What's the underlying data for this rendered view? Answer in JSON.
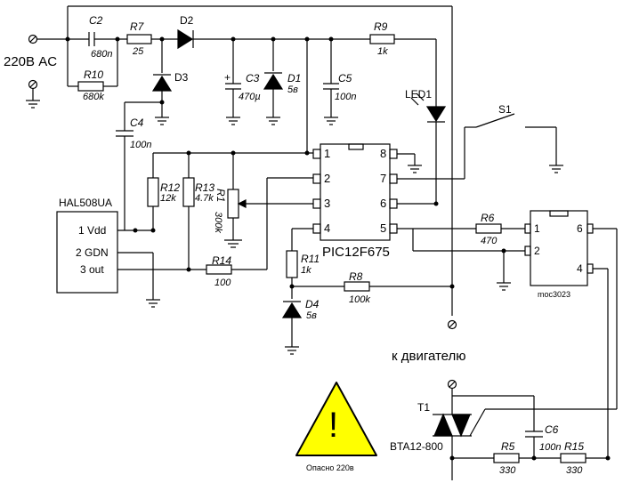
{
  "mains_label": "220В AC",
  "motor_label": "к двигателю",
  "warning": {
    "glyph": "!",
    "caption": "Опасно 220в"
  },
  "mcu": {
    "name": "PIC12F675",
    "pins": [
      "1",
      "2",
      "3",
      "4",
      "5",
      "6",
      "7",
      "8"
    ]
  },
  "optocoupler": {
    "name": "moc3023",
    "pins": [
      "1",
      "2",
      "6",
      "4"
    ]
  },
  "sensor": {
    "name": "HAL508UA",
    "pins": [
      "1 Vdd",
      "2 GDN",
      "3 out"
    ]
  },
  "triac": {
    "ref": "T1",
    "part": "BTA12-800"
  },
  "switch": {
    "ref": "S1"
  },
  "components": {
    "C2": {
      "ref": "C2",
      "value": "680n"
    },
    "R7": {
      "ref": "R7",
      "value": "25"
    },
    "D2": {
      "ref": "D2"
    },
    "R9": {
      "ref": "R9",
      "value": "1k"
    },
    "R10": {
      "ref": "R10",
      "value": "680k"
    },
    "D3": {
      "ref": "D3"
    },
    "C3": {
      "ref": "C3",
      "value": "470µ",
      "plus": "+"
    },
    "D1": {
      "ref": "D1",
      "value": "5в"
    },
    "C5": {
      "ref": "C5",
      "value": "100n"
    },
    "LED1": {
      "ref": "LED1"
    },
    "C4": {
      "ref": "C4",
      "value": "100n"
    },
    "R12": {
      "ref": "R12",
      "value": "12k"
    },
    "R13": {
      "ref": "R13",
      "value": "4.7k"
    },
    "R1": {
      "ref": "R1",
      "value": "300k"
    },
    "R14": {
      "ref": "R14",
      "value": "100"
    },
    "R11": {
      "ref": "R11",
      "value": "1k"
    },
    "R8": {
      "ref": "R8",
      "value": "100k"
    },
    "D4": {
      "ref": "D4",
      "value": "5в"
    },
    "R6": {
      "ref": "R6",
      "value": "470"
    },
    "C6": {
      "ref": "C6",
      "value": "100n"
    },
    "R5": {
      "ref": "R5",
      "value": "330"
    },
    "R15": {
      "ref": "R15",
      "value": "330"
    }
  },
  "colors": {
    "wire": "#000000",
    "warning_fill": "#ffff00",
    "background": "#ffffff"
  }
}
